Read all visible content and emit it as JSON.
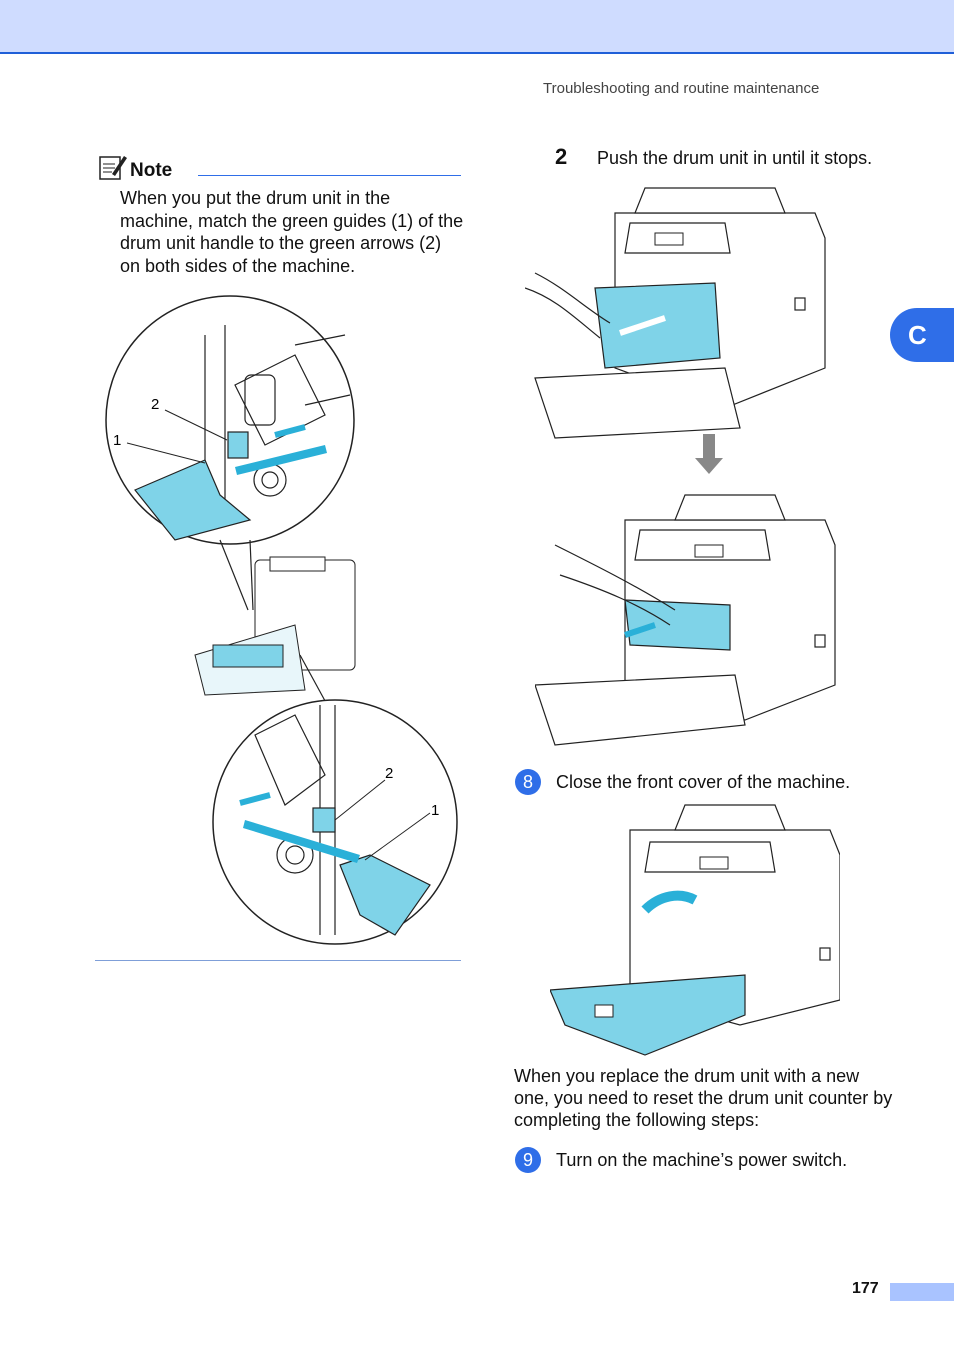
{
  "header": {
    "running_head": "Troubleshooting and routine maintenance"
  },
  "section_tab": {
    "label": "C"
  },
  "note": {
    "title": "Note",
    "text": "When you put the drum unit in the machine, match the green guides (1) of the drum unit handle to the green arrows (2) on both sides of the machine."
  },
  "callouts": {
    "top_2": "2",
    "top_1": "1",
    "bottom_2": "2",
    "bottom_1": "1"
  },
  "steps": {
    "push": {
      "number": "2",
      "text": "Push the drum unit in until it stops."
    },
    "close": {
      "number": "8",
      "text": "Close the front cover of the machine."
    },
    "power": {
      "number": "9",
      "text": "Turn on the machine’s power switch."
    }
  },
  "paragraph": "When you replace the drum unit with a new one, you need to reset the drum unit counter by completing the following steps:",
  "footer": {
    "page_number": "177"
  },
  "colors": {
    "accent": "#2f6ee8",
    "drum": "#7fd3e8",
    "topbar": "#cfdcff"
  }
}
